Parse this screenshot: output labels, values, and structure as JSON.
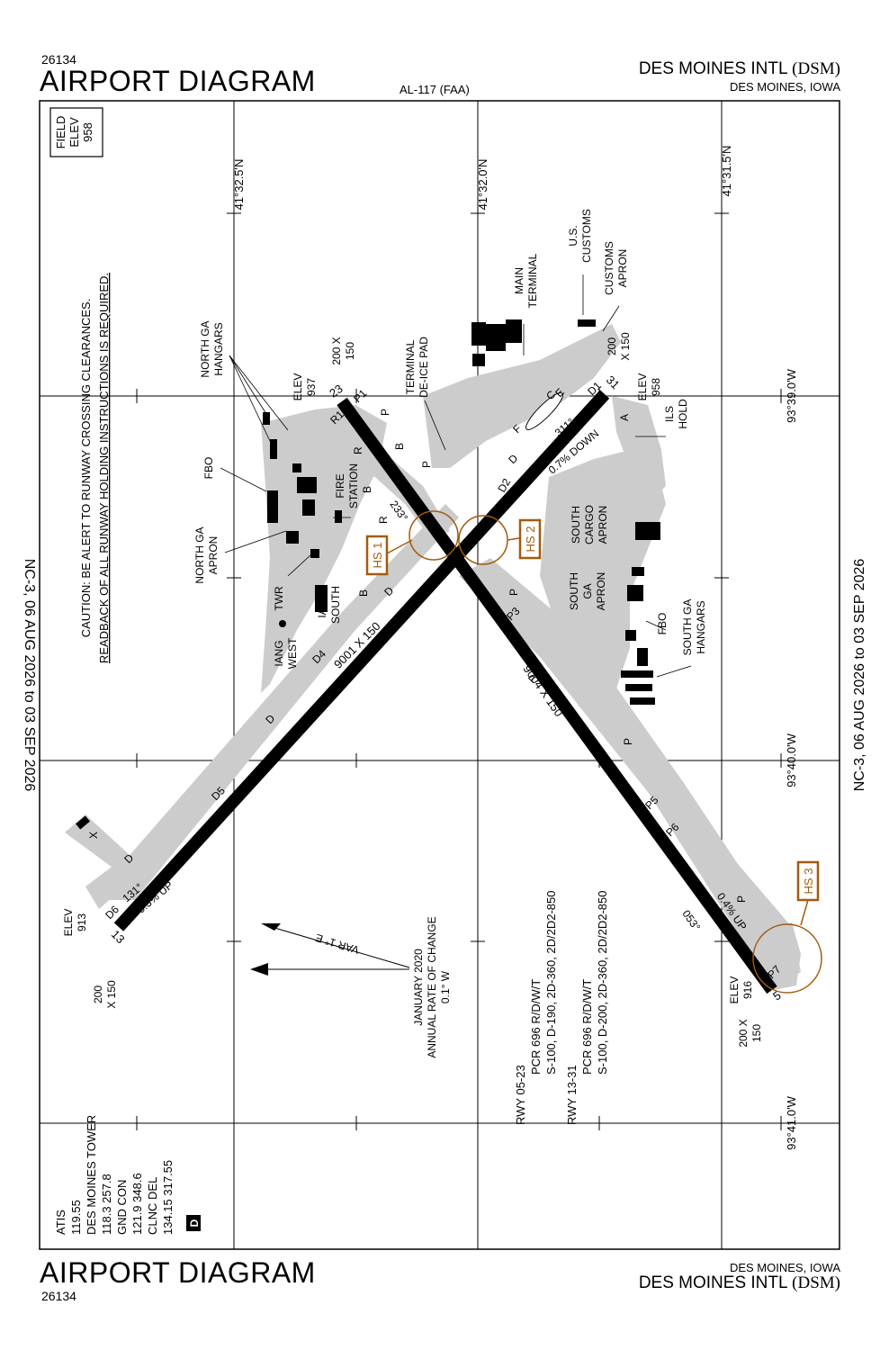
{
  "header": {
    "chart_number": "26134",
    "title": "AIRPORT DIAGRAM",
    "procedure_id": "AL-117 (FAA)",
    "airport_name": "DES MOINES INTL",
    "airport_id": "(DSM)",
    "city_state": "DES MOINES, IOWA"
  },
  "footer": {
    "chart_number": "26134",
    "title": "AIRPORT DIAGRAM",
    "airport_name": "DES MOINES INTL",
    "airport_id": "(DSM)",
    "city_state": "DES MOINES, IOWA"
  },
  "effective_dates": "NC-3,  06 AUG 2026  to  03 SEP 2026",
  "field_elev": {
    "line1": "FIELD",
    "line2": "ELEV",
    "value": "958"
  },
  "caution": {
    "line1": "CAUTION: BE ALERT TO RUNWAY CROSSING CLEARANCES.",
    "line2": "READBACK OF ALL RUNWAY HOLDING INSTRUCTIONS IS REQUIRED."
  },
  "coordinates": {
    "lat_1": "41°32.5'N",
    "lat_2": "41°32.0'N",
    "lat_3": "41°31.5'N",
    "lon_1": "93°39.0'W",
    "lon_2": "93°40.0'W",
    "lon_3": "93°41.0'W"
  },
  "frequencies": {
    "atis_label": "ATIS",
    "atis": "119.55",
    "tower_label": "DES MOINES TOWER",
    "tower": "118.3  257.8",
    "gnd_label": "GND CON",
    "gnd": "121.9  348.6",
    "clnc_label": "CLNC DEL",
    "clnc": "134.15  317.55",
    "d_symbol": "D"
  },
  "magnetic": {
    "var": "VAR 1° E",
    "date": "JANUARY 2020",
    "rate_label": "ANNUAL RATE OF CHANGE",
    "rate": "0.1° W"
  },
  "runway_info": {
    "rwy_0523": "RWY 05-23",
    "rwy_0523_pcr": "PCR 696 R/D/W/T",
    "rwy_0523_str": "S-100, D-190, 2D-360, 2D/2D2-850",
    "rwy_1331": "RWY 13-31",
    "rwy_1331_pcr": "PCR 696 R/D/W/T",
    "rwy_1331_str": "S-100, D-200, 2D-360, 2D/2D2-850"
  },
  "runways": {
    "rwy_a_dims": "9001 X 150",
    "rwy_b_dims": "9004 X 150",
    "rwy_a_end1": "13",
    "rwy_a_end2": "31",
    "rwy_b_end1": "5",
    "rwy_b_end2": "23",
    "heading_131": "131°",
    "heading_311": "311°",
    "heading_053": "053°",
    "heading_233": "233°",
    "grad_up_1": "0.3% UP",
    "grad_down": "0.7% DOWN",
    "grad_up_2": "0.4% UP",
    "elev_913": "913",
    "elev_958": "958",
    "elev_937": "937",
    "elev_916": "916",
    "elev_label": "ELEV",
    "disp_200": "200",
    "disp_x150": "X 150",
    "disp_200x": "200 X",
    "disp_150": "150"
  },
  "taxiways": {
    "a": "A",
    "b": "B",
    "c": "C",
    "d": "D",
    "e": "E",
    "f": "F",
    "p": "P",
    "r": "R",
    "x": "X",
    "d2": "D2",
    "d4": "D4",
    "d5": "D5",
    "d6": "D6",
    "d1": "D1",
    "p1": "P1",
    "p3": "P3",
    "p4": "P4",
    "p5": "P5",
    "p6": "P6",
    "p7": "P7",
    "r1": "R1"
  },
  "hotspots": {
    "hs1": "HS 1",
    "hs2": "HS 2",
    "hs3": "HS 3"
  },
  "labels": {
    "north_ga_hangars_1": "NORTH GA",
    "north_ga_hangars_2": "HANGARS",
    "fbo": "FBO",
    "north_ga_apron_1": "NORTH GA",
    "north_ga_apron_2": "APRON",
    "fire_1": "FIRE",
    "fire_2": "STATION",
    "twr": "TWR",
    "iang_west_1": "IANG",
    "iang_west_2": "WEST",
    "iang_south_1": "IANG",
    "iang_south_2": "SOUTH",
    "terminal_deice_1": "TERMINAL",
    "terminal_deice_2": "DE-ICE PAD",
    "main_terminal_1": "MAIN",
    "main_terminal_2": "TERMINAL",
    "us_customs_1": "U.S.",
    "us_customs_2": "CUSTOMS",
    "customs_apron_1": "CUSTOMS",
    "customs_apron_2": "APRON",
    "ils_hold_1": "ILS",
    "ils_hold_2": "HOLD",
    "south_cargo_1": "SOUTH",
    "south_cargo_2": "CARGO",
    "south_cargo_3": "APRON",
    "south_ga_apron_1": "SOUTH",
    "south_ga_apron_2": "GA",
    "south_ga_apron_3": "APRON",
    "fbo_south": "FBO",
    "south_ga_hangars_1": "SOUTH GA",
    "south_ga_hangars_2": "HANGARS"
  },
  "colors": {
    "hotspot": "#a25b0d",
    "pavement": "#cccccc",
    "runway": "#000000"
  }
}
